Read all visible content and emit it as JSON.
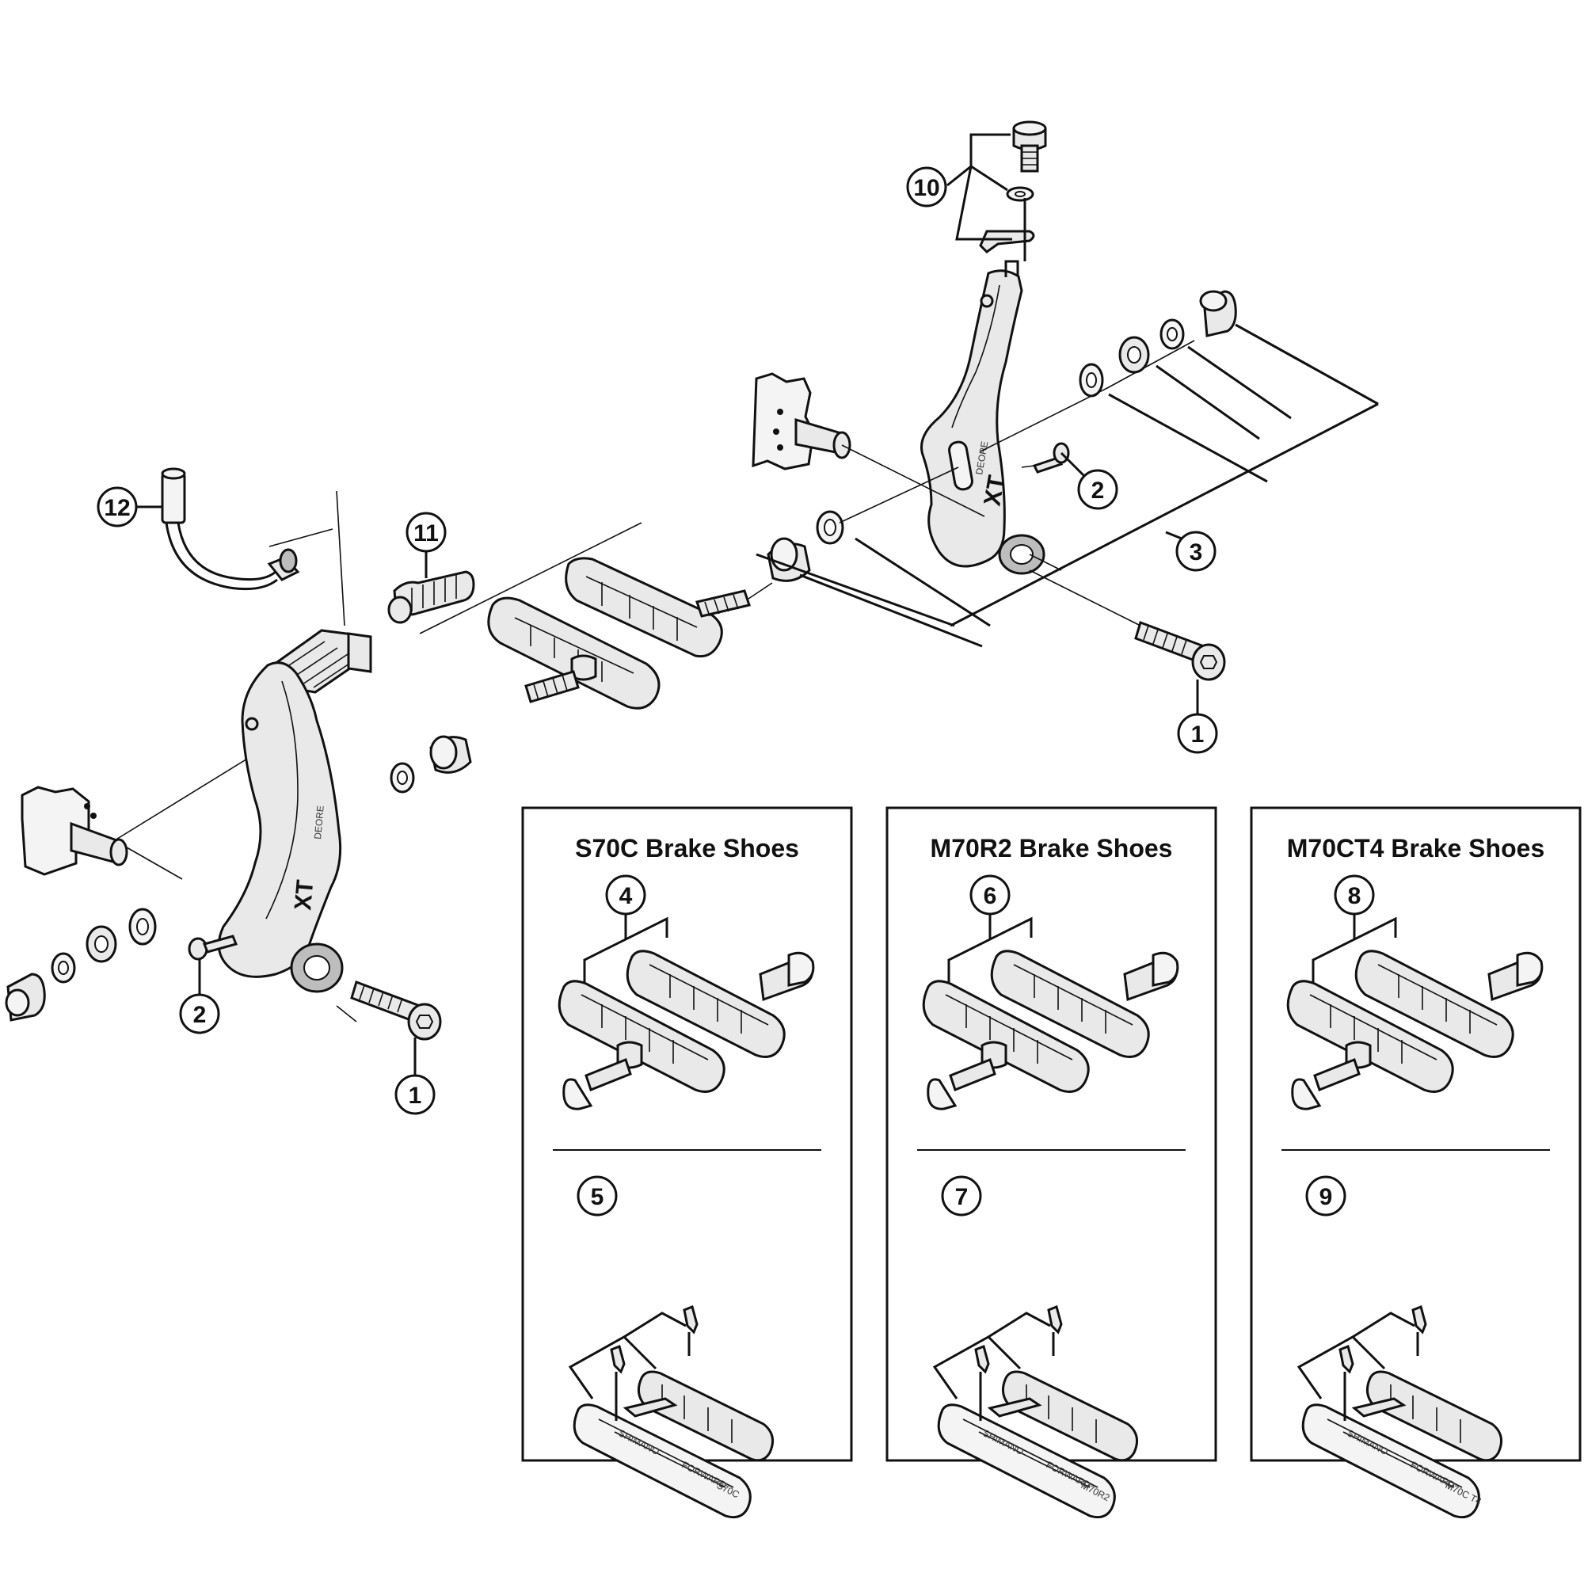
{
  "panels": [
    {
      "title": "S70C Brake Shoes",
      "top_part": "4",
      "bottom_part": "5",
      "pad_marking": "S70C"
    },
    {
      "title": "M70R2 Brake Shoes",
      "top_part": "6",
      "bottom_part": "7",
      "pad_marking": "M70R2"
    },
    {
      "title": "M70CT4 Brake Shoes",
      "top_part": "8",
      "bottom_part": "9",
      "pad_marking": "M70C T4"
    }
  ],
  "callouts": {
    "c1_right": "1",
    "c1_left": "1",
    "c2_right": "2",
    "c2_left": "2",
    "c3": "3",
    "c10": "10",
    "c11": "11",
    "c12": "12"
  },
  "arm_brand": "XT",
  "arm_series": "DEORE",
  "pad_brand": "SHIMANO",
  "pad_direction": "FORWARD"
}
